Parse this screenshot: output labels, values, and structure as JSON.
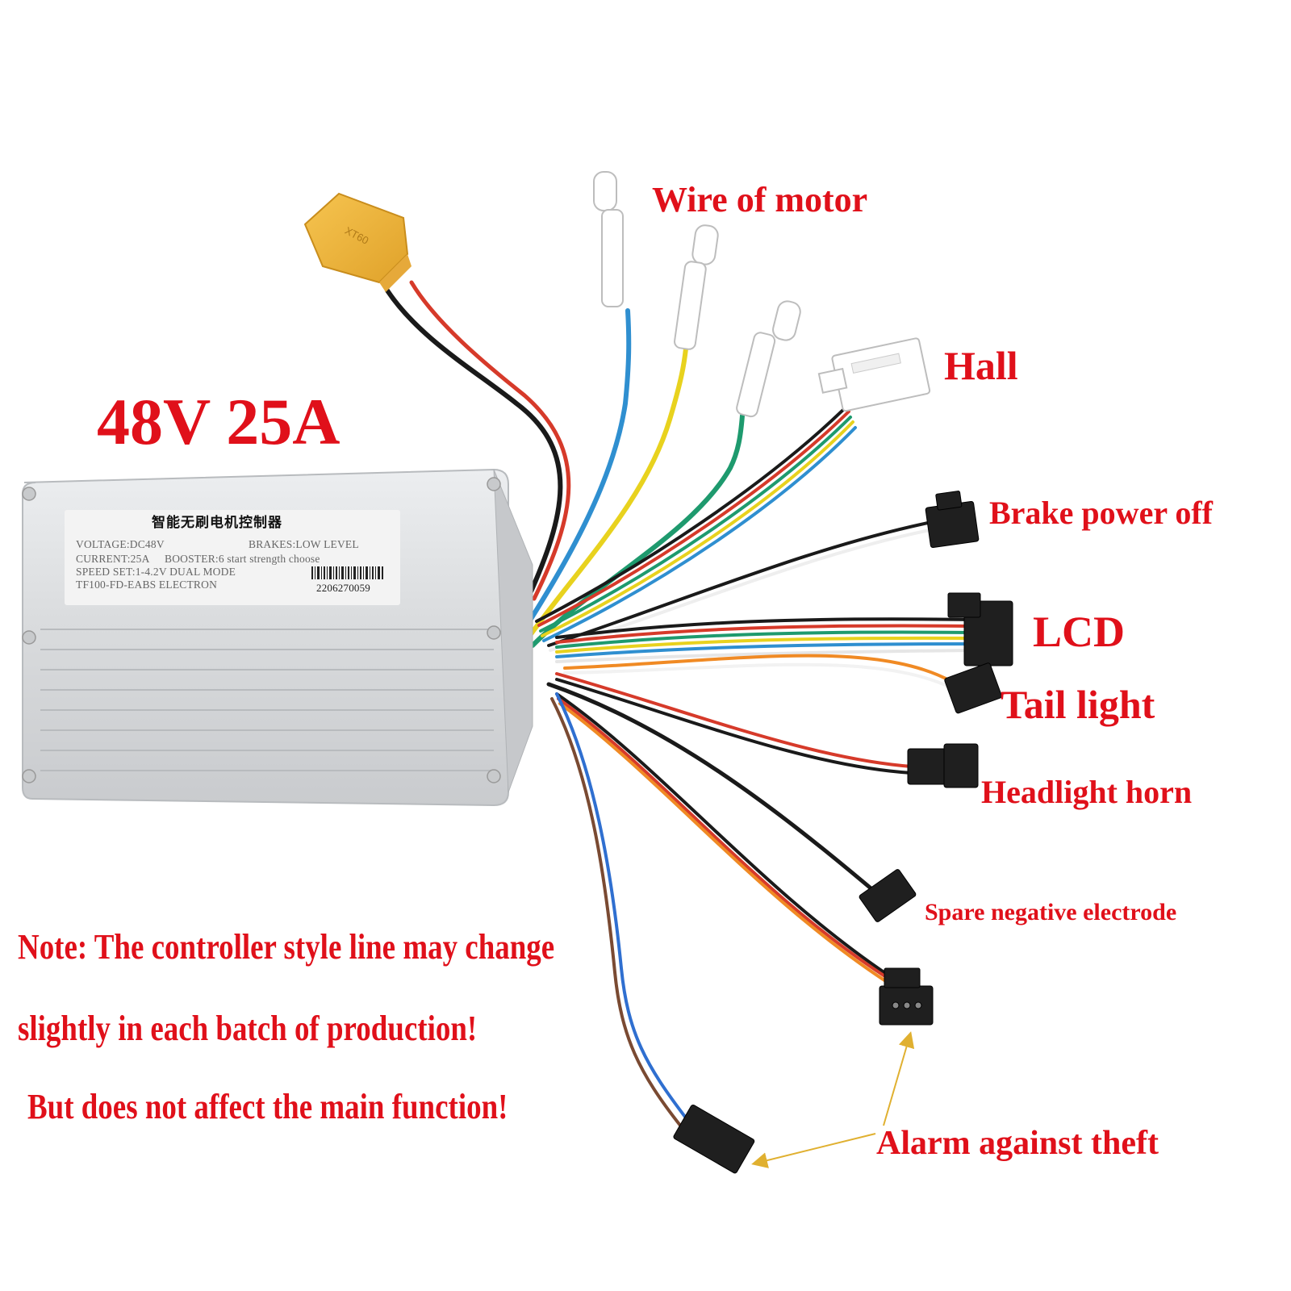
{
  "title": "48V 25A",
  "nameplate": {
    "chinese_title": "智能无刷电机控制器",
    "voltage": "VOLTAGE:DC48V",
    "brakes": "BRAKES:LOW LEVEL",
    "current": "CURRENT:25A",
    "booster": "BOOSTER:6 start strength choose",
    "speed_set": "SPEED SET:1-4.2V DUAL MODE",
    "model": "TF100-FD-EABS ELECTRON",
    "serial": "2206270059"
  },
  "connector_mark": "XT60",
  "labels": {
    "motor": "Wire of motor",
    "hall": "Hall",
    "brake": "Brake power off",
    "lcd": "LCD",
    "tail_light": "Tail light",
    "headlight": "Headlight horn",
    "spare": "Spare negative electrode",
    "alarm": "Alarm against theft"
  },
  "note": {
    "line1": "Note: The controller style line may change",
    "line2": "slightly in each batch of production!",
    "line3": "But does not affect the main function!"
  },
  "colors": {
    "label_red": "#e0101a",
    "housing": "#d9dbdd",
    "xt60": "#f0b43a",
    "wire_blue": "#2f8fd0",
    "wire_yellow": "#e8d21e",
    "wire_green": "#1e9a6e",
    "wire_red": "#d63a2a",
    "wire_black": "#1a1a1a",
    "arrow": "#e0b030"
  }
}
